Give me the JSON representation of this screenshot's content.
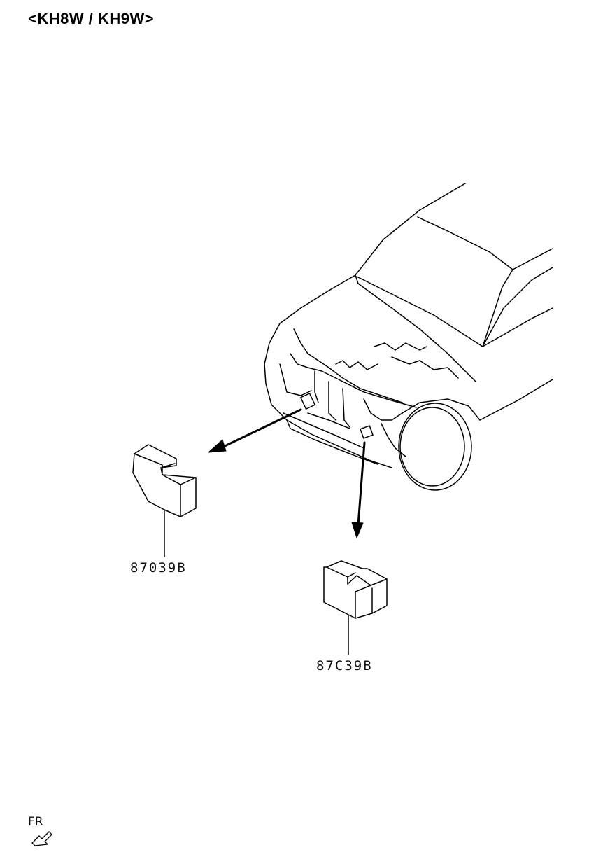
{
  "header": {
    "title": "<KH8W / KH9W>"
  },
  "parts": [
    {
      "part_number": "87039B"
    },
    {
      "part_number": "87C39B"
    }
  ],
  "orientation": {
    "label": "FR",
    "icon": "front-direction-arrow-icon"
  },
  "colors": {
    "line": "#000000",
    "background": "#ffffff"
  }
}
